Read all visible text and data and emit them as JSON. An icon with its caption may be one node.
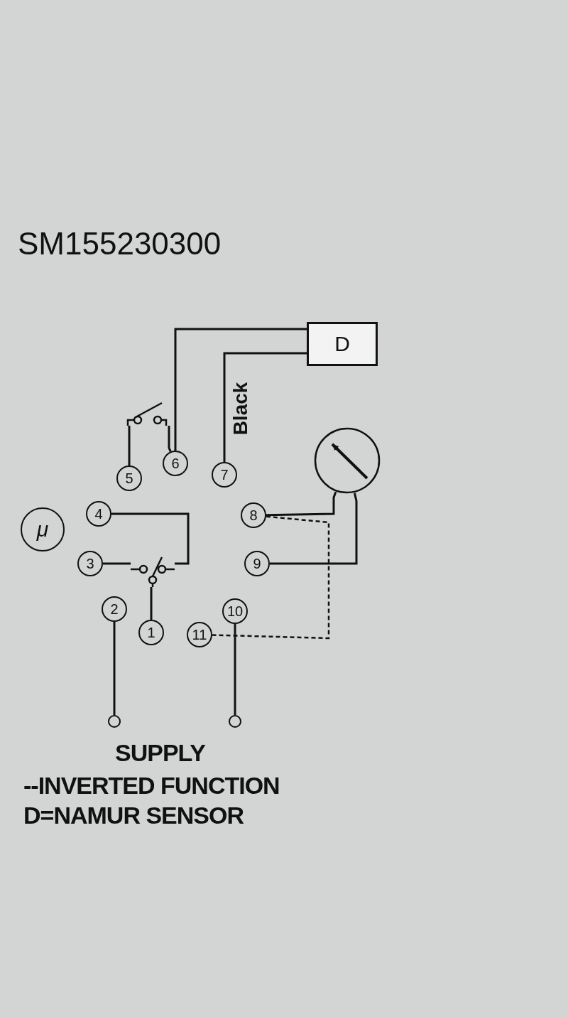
{
  "diagram": {
    "title": "SM155230300",
    "nodes": [
      {
        "text": [
          "D"
        ]
      },
      {
        "text": [
          "5"
        ]
      },
      {
        "text": [
          "6"
        ]
      },
      {
        "text": [
          "7"
        ]
      },
      {
        "text": [],
        "shape": "circle"
      },
      {
        "text": [
          "μ"
        ]
      },
      {
        "text": [
          "4"
        ]
      },
      {
        "text": [
          "8"
        ]
      },
      {
        "text": [
          "3"
        ]
      },
      {
        "text": [
          "9"
        ]
      },
      {
        "text": [
          "2"
        ]
      },
      {
        "text": [
          "1"
        ]
      },
      {
        "text": [
          "11"
        ]
      },
      {
        "text": [
          "10"
        ]
      },
      {
        "text": [],
        "shape": "circle"
      },
      {
        "text": [],
        "shape": "circle"
      },
      {
        "text": [],
        "shape": "switch"
      },
      {
        "text": [],
        "shape": "switch"
      }
    ],
    "edges": [
      {
        "from": 2,
        "to": 0,
        "arrow": "none"
      },
      {
        "from": 3,
        "to": 0,
        "arrow": "none",
        "label": "Black"
      },
      {
        "from": 1,
        "to": 16,
        "arrow": "none"
      },
      {
        "from": 16,
        "to": 2,
        "arrow": "none"
      },
      {
        "from": 8,
        "to": 17,
        "arrow": "none"
      },
      {
        "from": 6,
        "to": 17,
        "arrow": "none"
      },
      {
        "from": 17,
        "to": 11,
        "arrow": "none"
      },
      {
        "from": 7,
        "to": 4,
        "arrow": "none"
      },
      {
        "from": 9,
        "to": 4,
        "arrow": "none"
      },
      {
        "from": 7,
        "to": 12,
        "arrow": "none",
        "style": "dashed"
      },
      {
        "from": 10,
        "to": 14,
        "arrow": "none"
      },
      {
        "from": 13,
        "to": 15,
        "arrow": "none"
      }
    ],
    "labels": [
      "SUPPLY",
      "--INVERTED FUNCTION",
      "D=NAMUR SENSOR"
    ]
  }
}
